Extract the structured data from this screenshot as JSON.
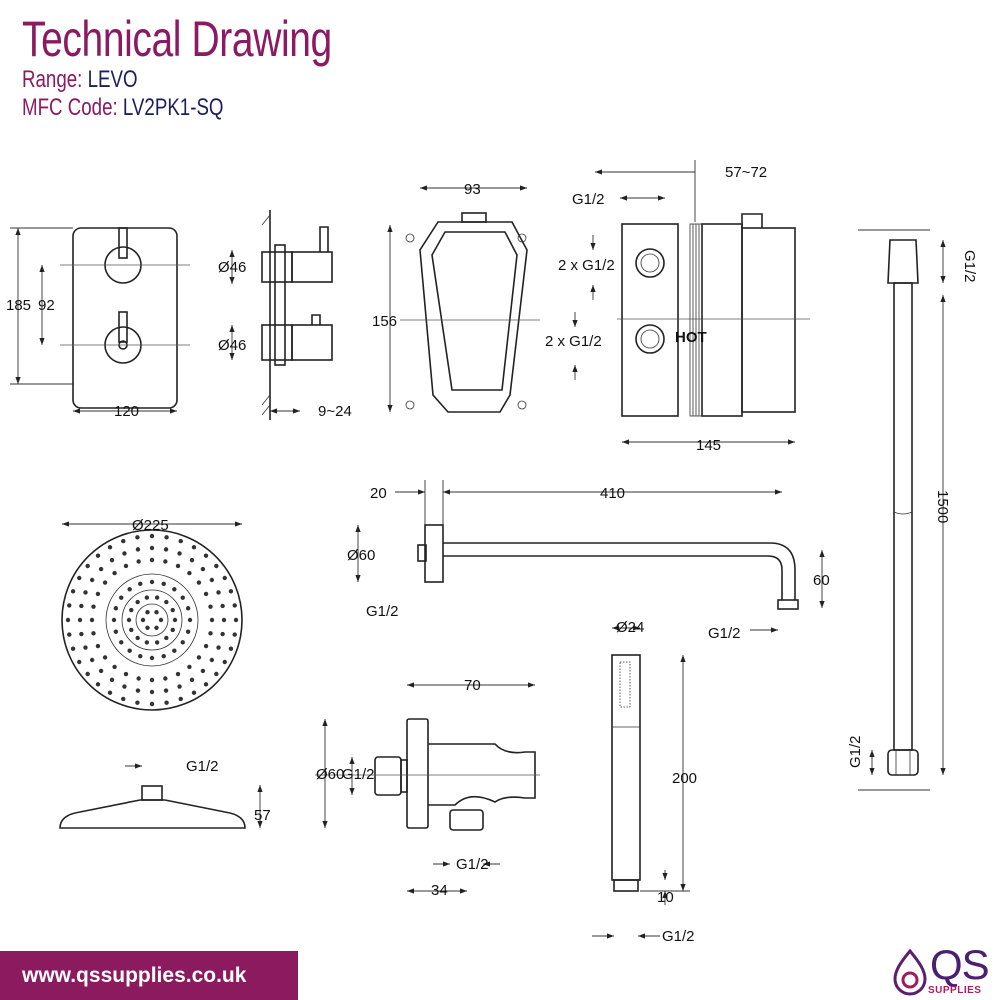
{
  "header": {
    "title": "Technical Drawing",
    "range_label": "Range:",
    "range_value": "LEVO",
    "code_label": "MFC Code:",
    "code_value": "LV2PK1-SQ"
  },
  "valve_front": {
    "height": "185",
    "handle_spacing": "92",
    "width": "120"
  },
  "valve_side": {
    "dia_top": "Ø46",
    "dia_bottom": "Ø46",
    "depth": "9~24"
  },
  "box": {
    "width": "93",
    "height": "156"
  },
  "diverter": {
    "depth": "57~72",
    "connection": "G1/2",
    "inlet_top": "2 x G1/2",
    "inlet_bottom": "2 x G1/2",
    "hot": "HOT",
    "width": "145"
  },
  "riser": {
    "top_thread": "G1/2",
    "length": "1500",
    "bottom_thread": "G1/2"
  },
  "arm": {
    "flange": "20",
    "length": "410",
    "dia": "Ø60",
    "thread": "G1/2",
    "drop": "60",
    "outlet_thread": "G1/2"
  },
  "head": {
    "dia": "Ø225",
    "thread": "G1/2",
    "height": "57"
  },
  "outlet": {
    "length": "70",
    "dia": "Ø60",
    "inlet_thread": "G1/2",
    "outlet_thread": "G1/2",
    "offset": "34"
  },
  "handset": {
    "dia": "Ø24",
    "length": "200",
    "thread_len": "10",
    "thread": "G1/2"
  },
  "footer": {
    "url": "www.qssupplies.co.uk"
  },
  "logo": {
    "mark": "QS",
    "text": "SUPPLIES"
  },
  "colors": {
    "brand": "#8b1a62",
    "navy": "#1c1d5c",
    "footer_bg": "#8b1a5e"
  }
}
